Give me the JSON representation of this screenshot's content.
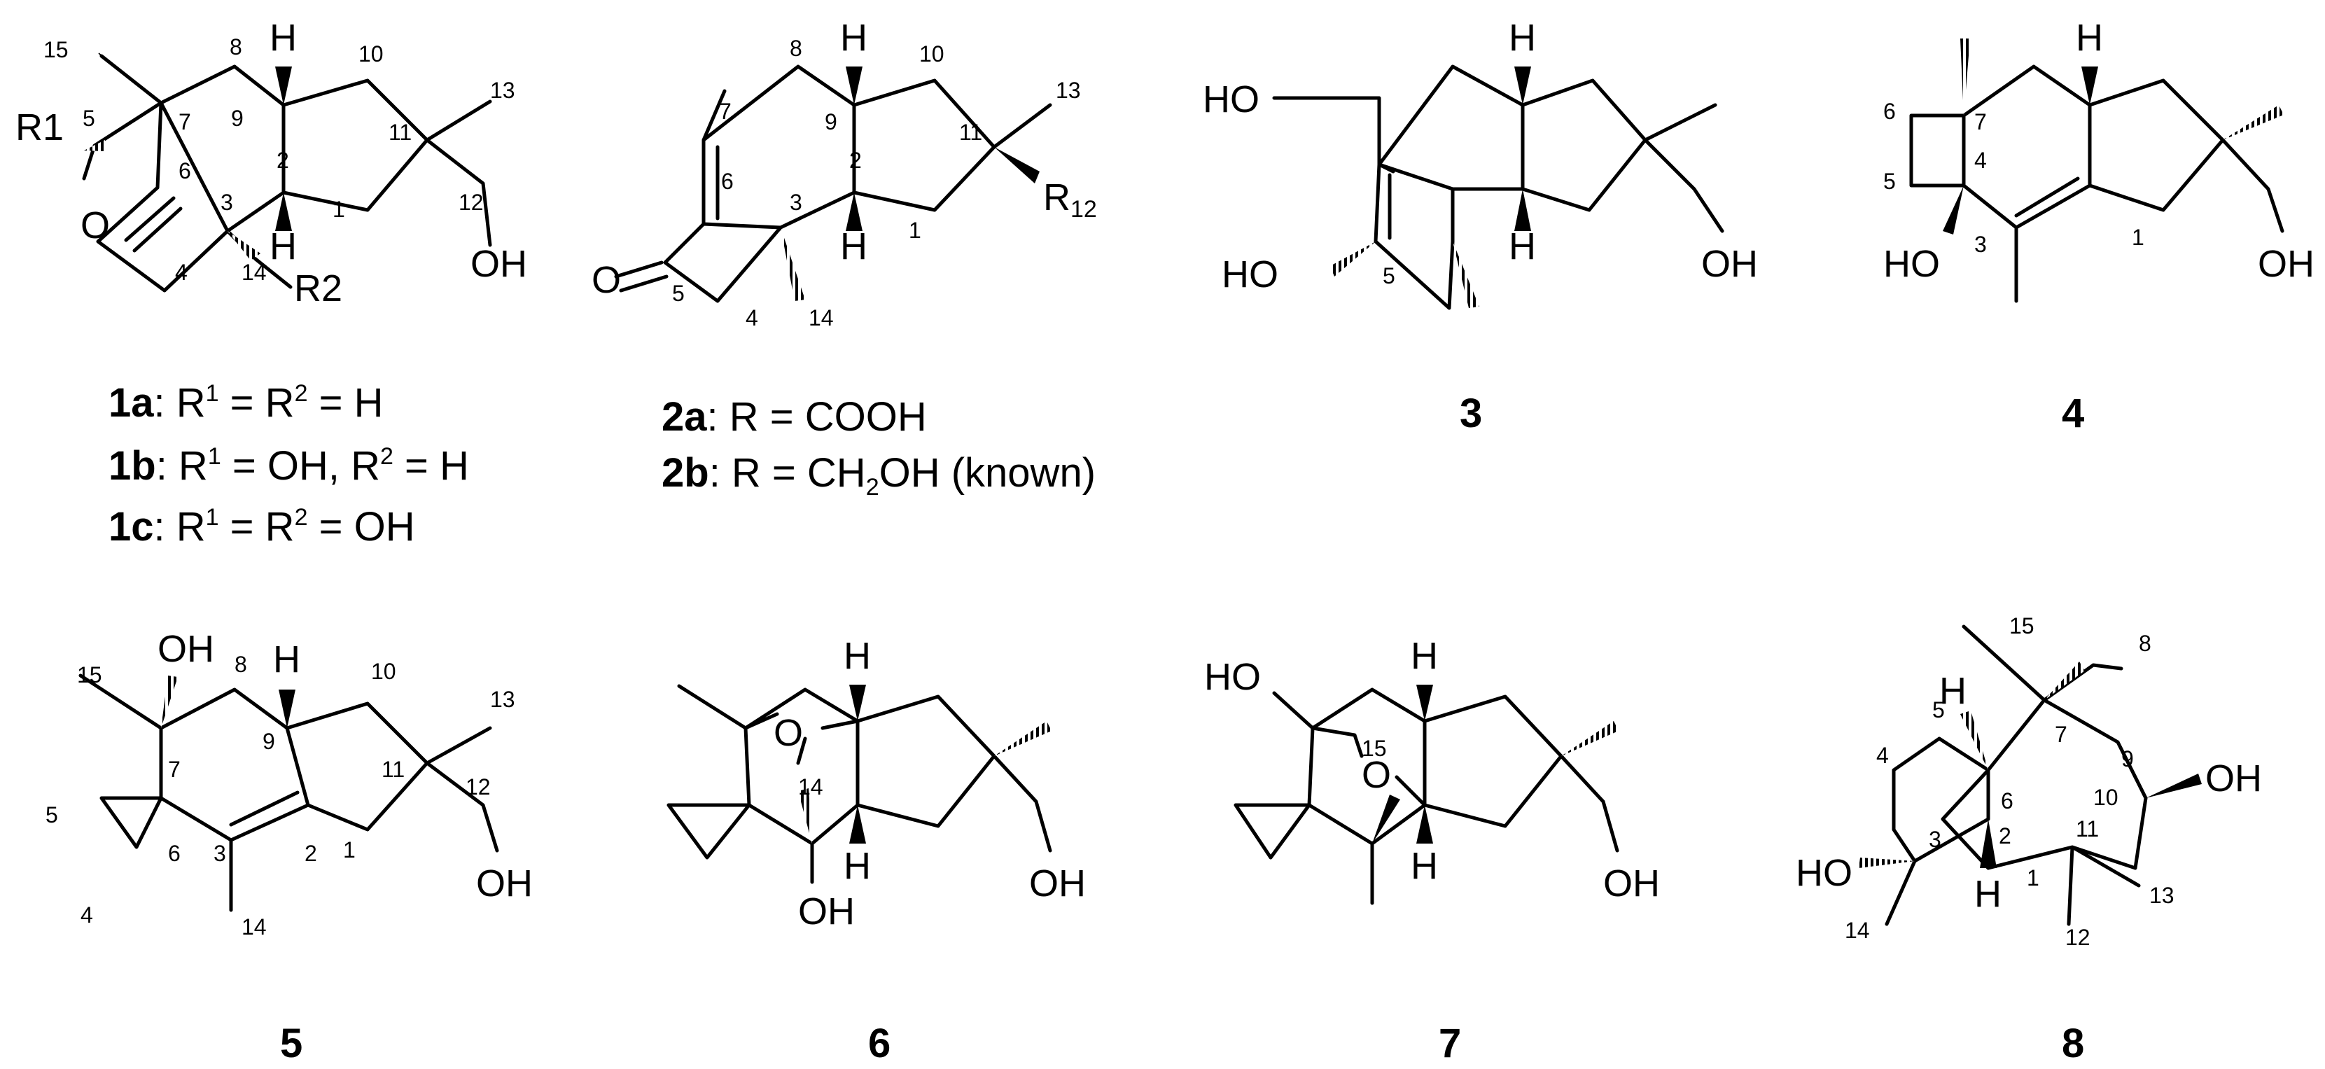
{
  "figure": {
    "compounds": [
      {
        "id": "1",
        "captions": [
          "1a : R1 = R2 = H",
          "1b : R1 = OH, R2 = H",
          "1c : R1 = R2 = OH"
        ]
      },
      {
        "id": "2",
        "captions": [
          "2a: R = COOH",
          "2b: R = CH2OH (known)"
        ]
      },
      {
        "id": "3"
      },
      {
        "id": "4"
      },
      {
        "id": "5"
      },
      {
        "id": "6"
      },
      {
        "id": "7"
      },
      {
        "id": "8"
      }
    ],
    "labels": {
      "ids": [
        "1a",
        "1b",
        "1c",
        "2a",
        "2b",
        "3",
        "4",
        "5",
        "6",
        "7",
        "8"
      ],
      "c1_r1": "R1",
      "c1_r2": "R2",
      "c1_o": "O",
      "c1_oh": "OH",
      "c1_h_top": "H",
      "c1_h_bot": "H",
      "c1_nums": [
        "15",
        "8",
        "10",
        "13",
        "5",
        "7",
        "9",
        "11",
        "6",
        "3",
        "2",
        "12",
        "1",
        "4",
        "14"
      ],
      "cap1a_1": ": R",
      "cap1a_2": " = R",
      "cap1a_3": " = H",
      "cap1b_1": ": R",
      "cap1b_2": " = OH, R",
      "cap1b_3": " = H",
      "cap1c_1": ": R",
      "cap1c_2": " = R",
      "cap1c_3": " = OH",
      "sup1": "1",
      "sup2": "2",
      "c2_o": "O",
      "c2_r": "R",
      "c2_r_sub": "12",
      "c2_h_top": "H",
      "c2_h_bot": "H",
      "c2_nums": [
        "8",
        "10",
        "13",
        "7",
        "9",
        "11",
        "6",
        "3",
        "2",
        "1",
        "5",
        "4",
        "14"
      ],
      "cap2a": ": R = COOH",
      "cap2b_1": ": R = CH",
      "cap2b_sub": "2",
      "cap2b_2": "OH (known)",
      "c3_ho_top": "HO",
      "c3_ho_left": "HO",
      "c3_oh": "OH",
      "c3_h_top": "H",
      "c3_h_bot": "H",
      "c3_n5": "5",
      "c4_ho": "HO",
      "c4_oh": "OH",
      "c4_h": "H",
      "c4_nums": [
        "6",
        "7",
        "5",
        "4",
        "3",
        "1"
      ],
      "c5_oh_top": "OH",
      "c5_oh": "OH",
      "c5_h": "H",
      "c5_nums": [
        "15",
        "8",
        "10",
        "13",
        "7",
        "9",
        "11",
        "5",
        "6",
        "12",
        "3",
        "2",
        "1",
        "4",
        "14"
      ],
      "c6_o": "O",
      "c6_oh_bot": "OH",
      "c6_oh": "OH",
      "c6_h_top": "H",
      "c6_h_bot": "H",
      "c6_n14": "14",
      "c7_ho": "HO",
      "c7_o": "O",
      "c7_oh": "OH",
      "c7_h_top": "H",
      "c7_h_bot": "H",
      "c7_n15": "15",
      "c8_ho": "HO",
      "c8_oh": "OH",
      "c8_h_top": "H",
      "c8_h_bot": "H",
      "c8_nums": [
        "15",
        "8",
        "5",
        "7",
        "9",
        "6",
        "10",
        "4",
        "3",
        "2",
        "11",
        "14",
        "1",
        "12",
        "13"
      ]
    }
  }
}
